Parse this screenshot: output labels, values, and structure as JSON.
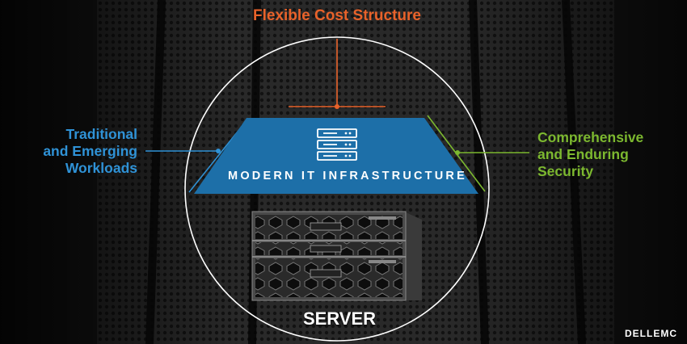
{
  "diagram": {
    "top_label": "Flexible Cost Structure",
    "left_label": [
      "Traditional",
      "and Emerging",
      "Workloads"
    ],
    "right_label": [
      "Comprehensive",
      "and Enduring",
      "Security"
    ],
    "center_label": "MODERN IT INFRASTRUCTURE",
    "bottom_label": "SERVER",
    "brand": "DELLEMC"
  },
  "colors": {
    "orange": "#e8622a",
    "blue": "#2f92d6",
    "green": "#7cb82f",
    "trapezoid": "#1d6fa8",
    "circle": "#ffffff",
    "background": "#1a1a1a"
  },
  "icons": {
    "center": "server-stack-icon",
    "hardware": "rack-server-illustration"
  }
}
